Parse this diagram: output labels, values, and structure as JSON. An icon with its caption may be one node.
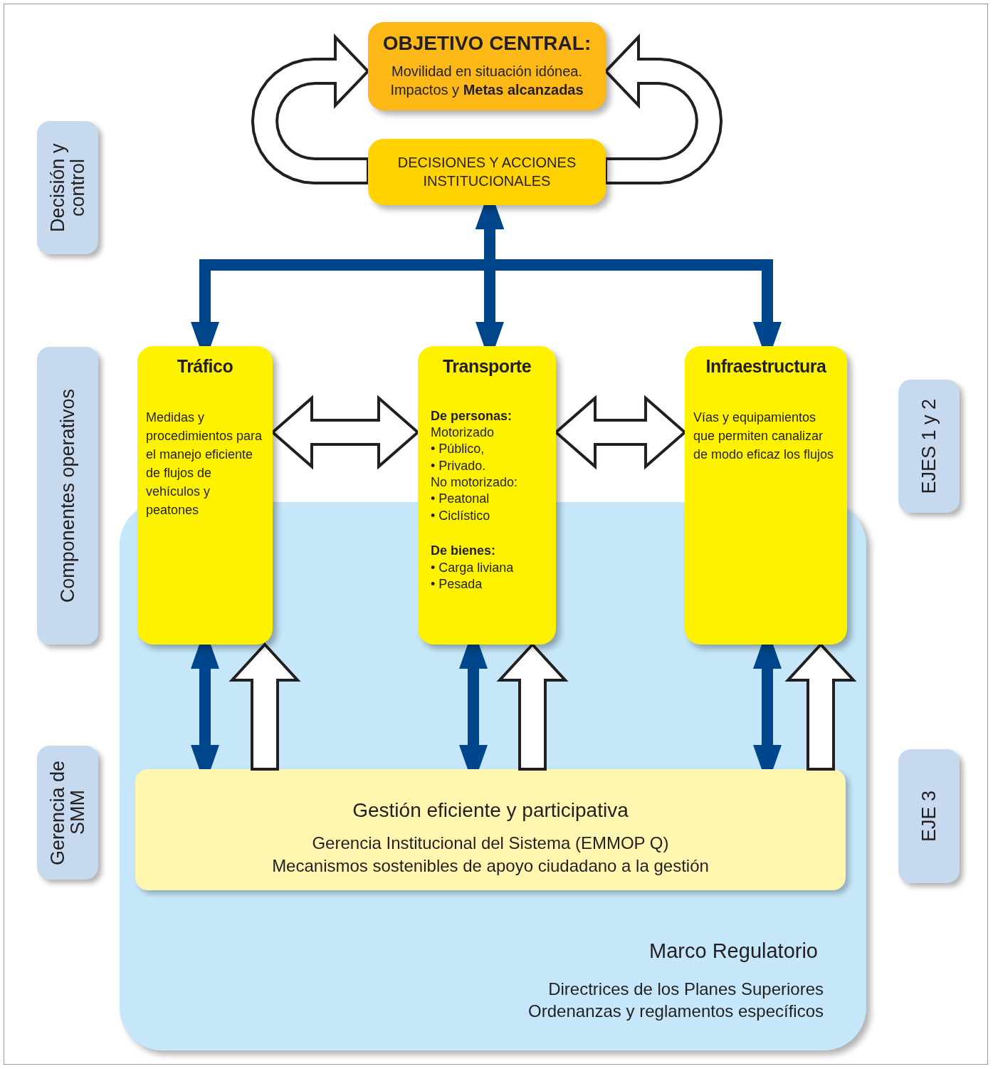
{
  "diagram": {
    "nodes": [
      {
        "text": [
          "OBJETIVO CENTRAL:",
          "Movilidad en situación idónea.",
          "Impactos y **Metas alcanzadas**"
        ]
      },
      {
        "text": [
          "DECISIONES Y ACCIONES INSTITUCIONALES"
        ]
      },
      {
        "text": [
          "Tráfico",
          "Medidas y procedimientos para el manejo eficiente de flujos de vehículos y peatones"
        ]
      },
      {
        "text": [
          "Transporte",
          "De personas:",
          "Motorizado",
          "• Público,",
          "• Privado.",
          "No motorizado:",
          "• Peatonal",
          "• Ciclístico",
          "De bienes:",
          "• Carga liviana",
          "• Pesada"
        ]
      },
      {
        "text": [
          "Infraestructura",
          "Vías y equipamientos que permiten canalizar de modo eficaz los flujos"
        ]
      },
      {
        "text": [
          "Marco Regulatorio",
          "Directrices de los Planes Superiores",
          "Ordenanzas y reglamentos específicos"
        ]
      },
      {
        "text": [
          "Gestión eficiente y participativa",
          "Gerencia Institucional del Sistema (EMMOP Q)",
          "Mecanismos sostenibles de apoyo ciudadano a la gestión"
        ],
        "in": 5
      },
      {
        "text": [
          "Decisión y control"
        ]
      },
      {
        "text": [
          "Componentes operativos"
        ]
      },
      {
        "text": [
          "Gerencia de SMM"
        ]
      },
      {
        "text": [
          "EJES 1 y 2"
        ]
      },
      {
        "text": [
          "EJE 3"
        ]
      }
    ],
    "edges": [
      {
        "from": 1,
        "to": 0,
        "arrow": "to"
      },
      {
        "from": 1,
        "to": 0,
        "arrow": "to"
      },
      {
        "from": 1,
        "to": 2,
        "arrow": "both",
        "color": "#00468c"
      },
      {
        "from": 1,
        "to": 3,
        "arrow": "both",
        "color": "#00468c"
      },
      {
        "from": 1,
        "to": 4,
        "arrow": "both",
        "color": "#00468c"
      },
      {
        "from": 2,
        "to": 3,
        "arrow": "both"
      },
      {
        "from": 3,
        "to": 4,
        "arrow": "both"
      },
      {
        "from": 6,
        "to": 2,
        "arrow": "both",
        "color": "#00468c"
      },
      {
        "from": 6,
        "to": 2,
        "arrow": "to"
      },
      {
        "from": 6,
        "to": 3,
        "arrow": "both",
        "color": "#00468c"
      },
      {
        "from": 6,
        "to": 3,
        "arrow": "to"
      },
      {
        "from": 6,
        "to": 4,
        "arrow": "both",
        "color": "#00468c"
      },
      {
        "from": 6,
        "to": 4,
        "arrow": "to"
      }
    ]
  }
}
